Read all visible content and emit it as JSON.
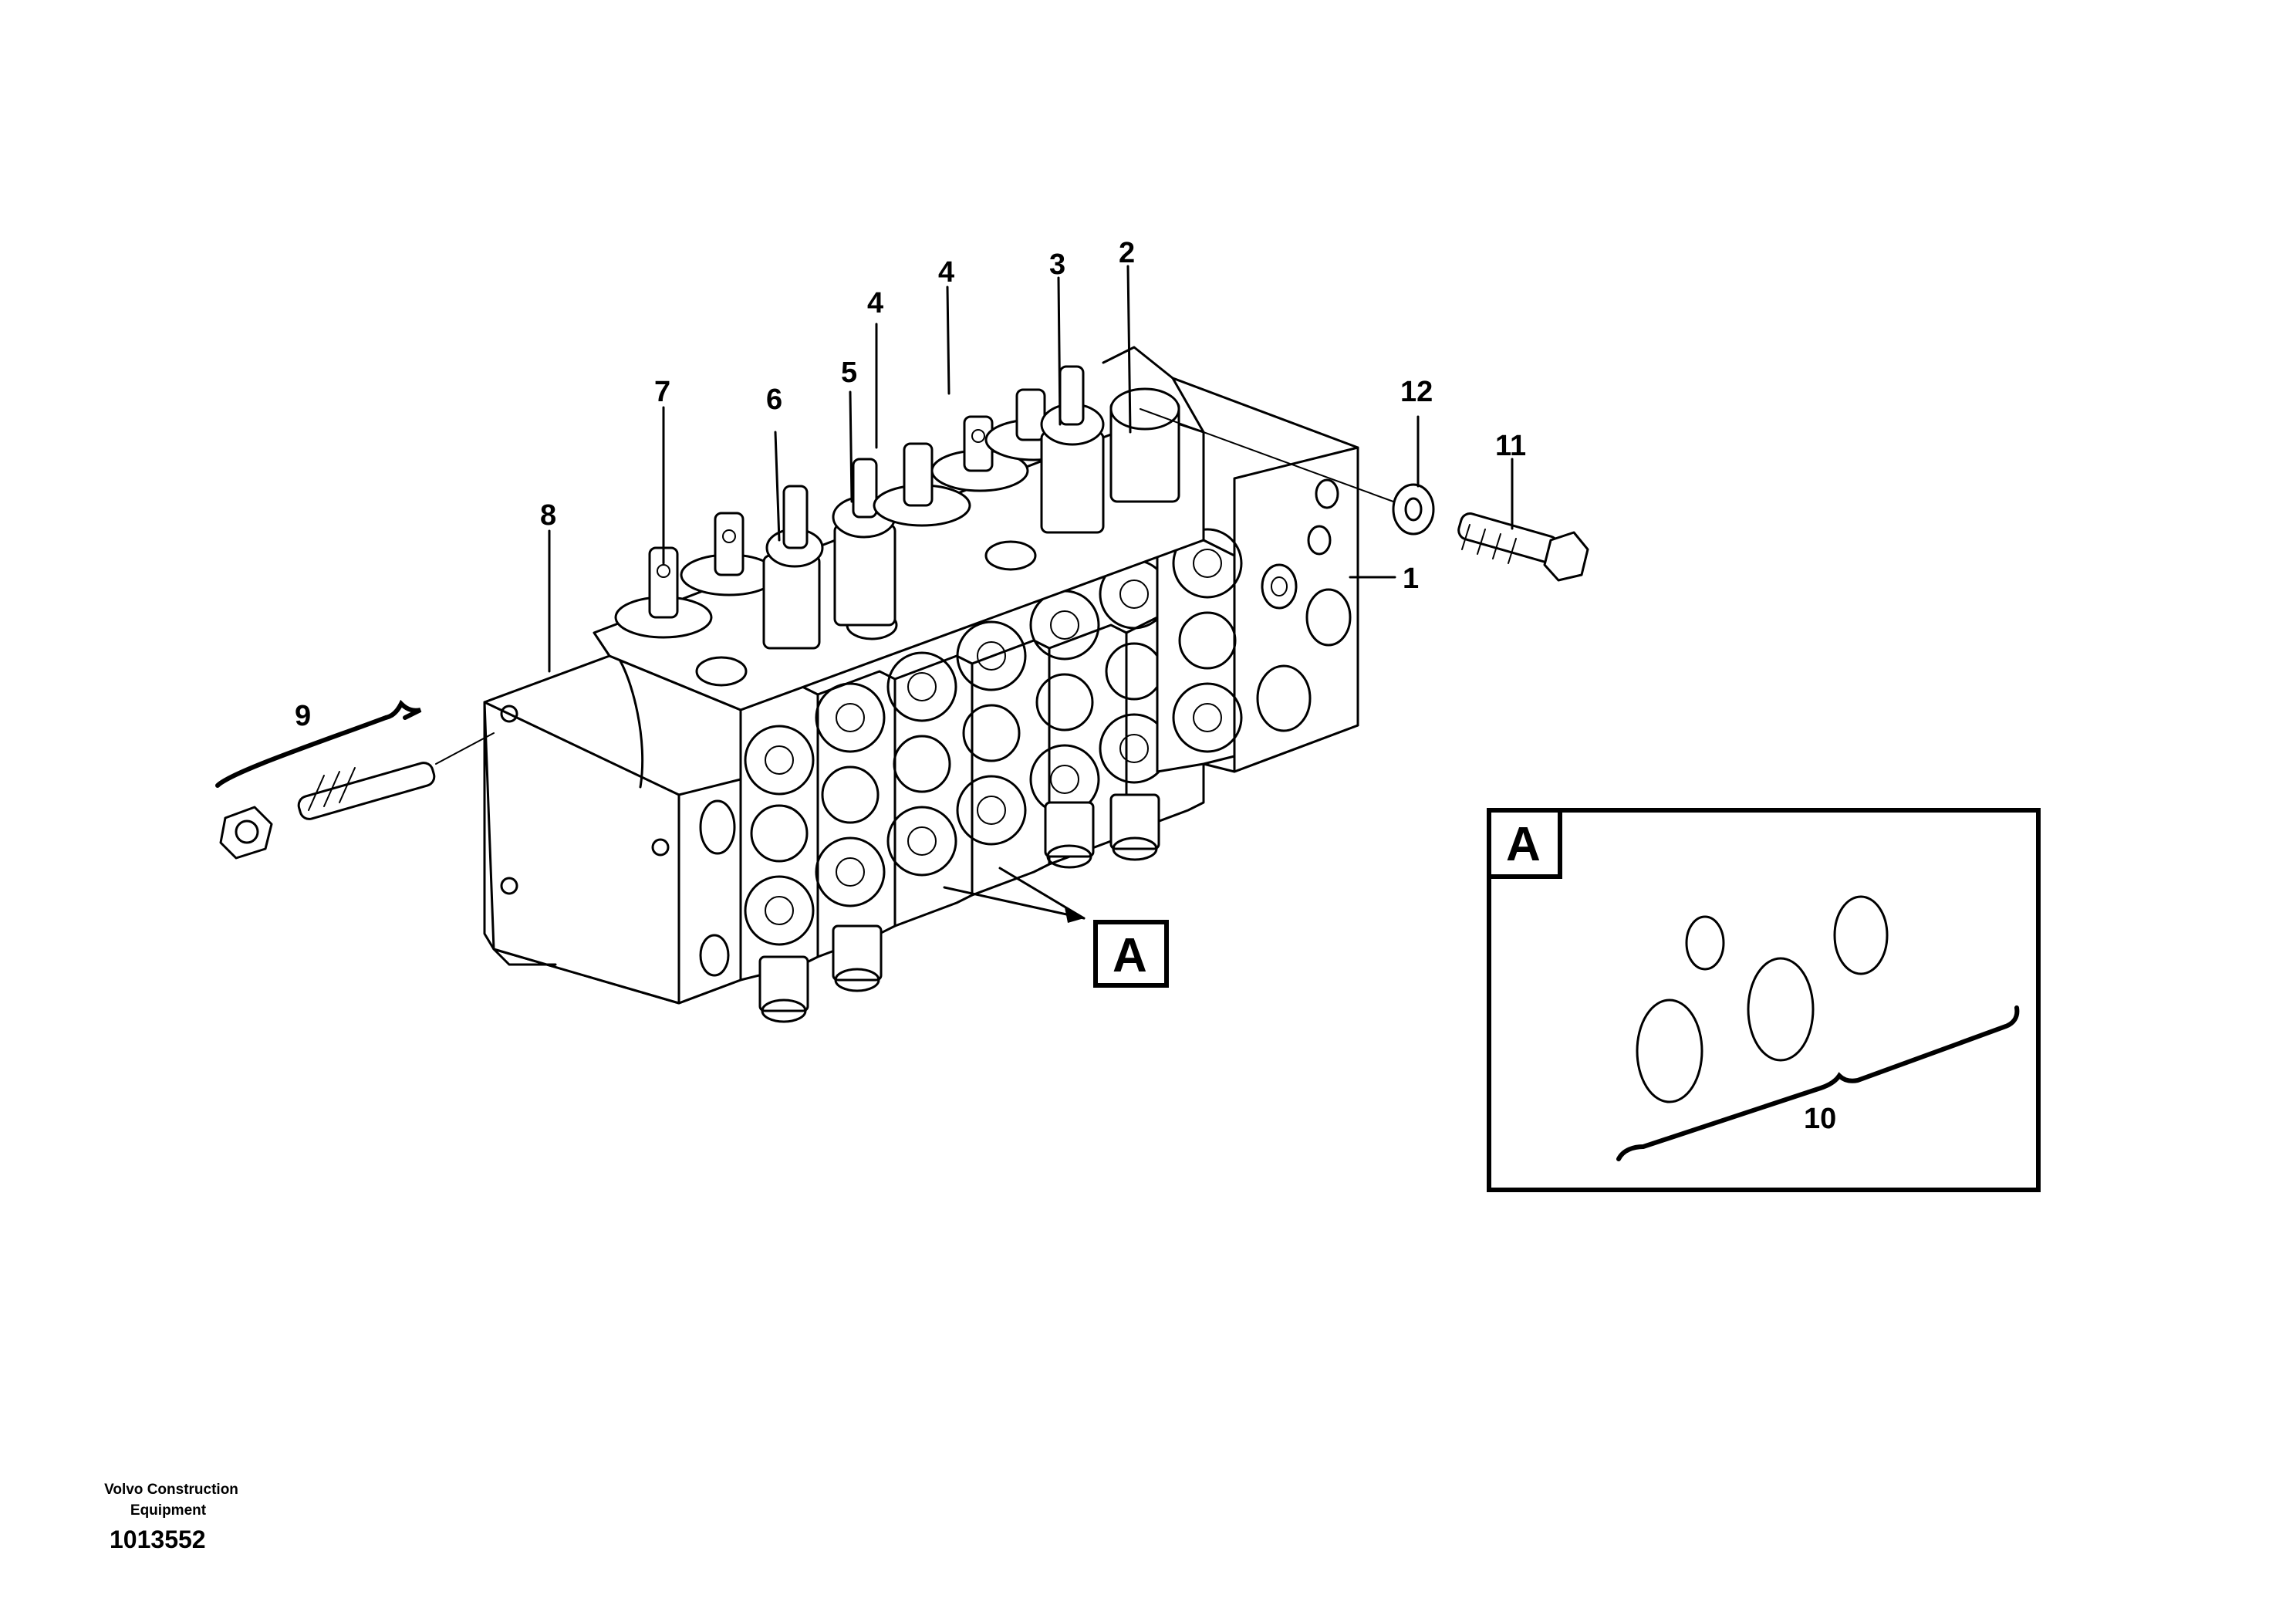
{
  "diagram": {
    "callouts": {
      "c1": "1",
      "c2": "2",
      "c3": "3",
      "c4a": "4",
      "c4b": "4",
      "c5": "5",
      "c6": "6",
      "c7": "7",
      "c8": "8",
      "c9": "9",
      "c10": "10",
      "c11": "11",
      "c12": "12"
    },
    "detail_ref": "A",
    "detail_title": "A"
  },
  "footer": {
    "company_line1": "Volvo Construction",
    "company_line2": "Equipment",
    "drawing_number": "1013552"
  }
}
